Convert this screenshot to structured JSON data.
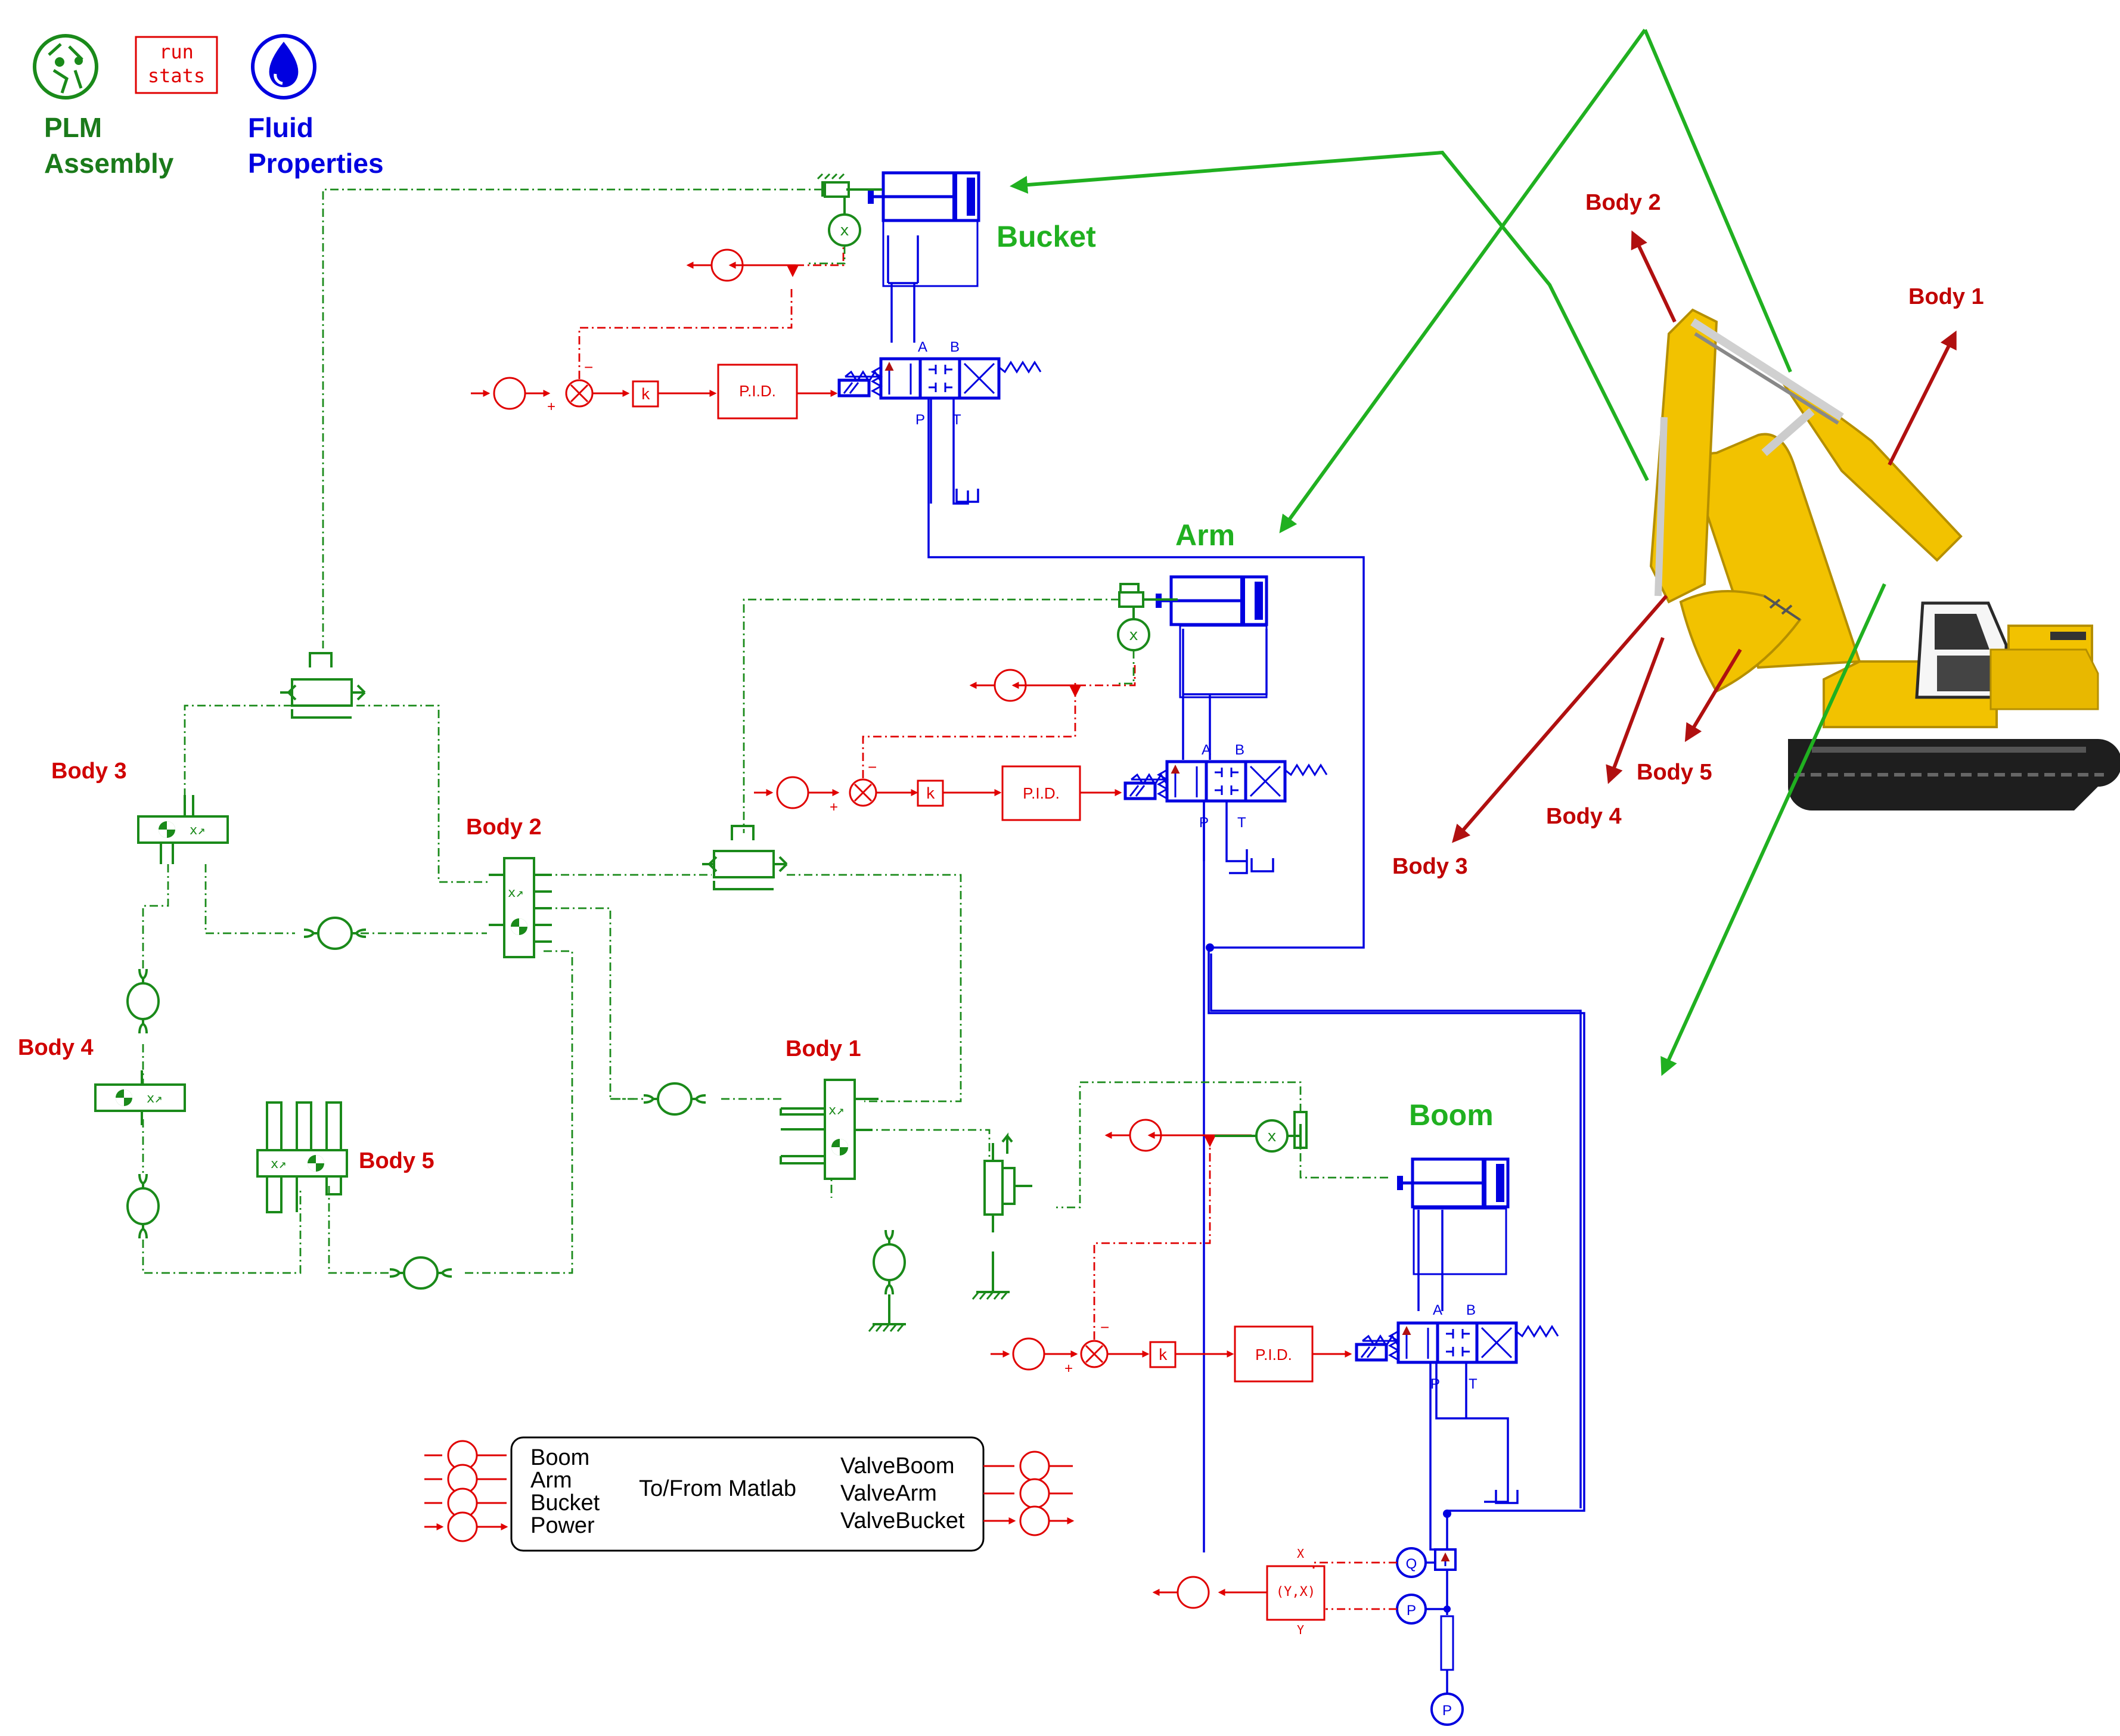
{
  "blocks": {
    "plm": {
      "line1": "PLM",
      "line2": "Assembly"
    },
    "fluid": {
      "line1": "Fluid",
      "line2": "Properties"
    },
    "run_stats": {
      "line1": "run",
      "line2": "stats"
    }
  },
  "actuators": {
    "bucket": "Bucket",
    "arm": "Arm",
    "boom": "Boom"
  },
  "bodies_left": {
    "body1": "Body 1",
    "body2": "Body 2",
    "body3": "Body 3",
    "body4": "Body 4",
    "body5": "Body 5"
  },
  "bodies_excavator": {
    "body1": "Body 1",
    "body2": "Body 2",
    "body3": "Body 3",
    "body4": "Body 4",
    "body5": "Body 5"
  },
  "valve_ports": {
    "a": "A",
    "b": "B",
    "p": "P",
    "t": "T"
  },
  "controller": {
    "pid": "P.I.D.",
    "gain": "k",
    "minus": "−",
    "plus": "+"
  },
  "matlab_block": {
    "inputs": [
      "Boom",
      "Arm",
      "Bucket",
      "Power"
    ],
    "title": "To/From Matlab",
    "outputs": [
      "ValveBoom",
      "ValveArm",
      "ValveBucket"
    ]
  },
  "sensors": {
    "flow": "Q",
    "pressure": "P",
    "source": "P",
    "product": "(Y,X)",
    "x": "X",
    "y": "Y"
  },
  "colors": {
    "hydraulic": "#0000e0",
    "control": "#e00000",
    "mechanical": "#1a8a1a",
    "pointer_green": "#20b020",
    "pointer_red": "#b01010",
    "excavator_yellow": "#f2c200"
  }
}
